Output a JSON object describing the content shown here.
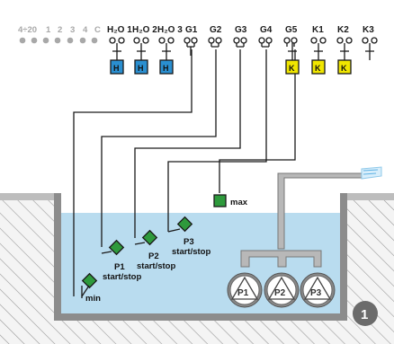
{
  "terminals_gray": [
    "4÷20",
    "1",
    "2",
    "3",
    "4",
    "C"
  ],
  "terminals": [
    "H₂O 1",
    "H₂O 2",
    "H₂O 3",
    "G1",
    "G2",
    "G3",
    "G4",
    "G5",
    "K1",
    "K2",
    "K3"
  ],
  "h2o_box_label": "H",
  "k_box_label": "K",
  "sensor_labels": {
    "min": "min",
    "p1": "P1",
    "p1_sub": "start/stop",
    "p2": "P2",
    "p2_sub": "start/stop",
    "p3": "P3",
    "p3_sub": "start/stop",
    "max": "max"
  },
  "pumps": [
    "P1",
    "P2",
    "P3"
  ],
  "badge": "1",
  "colors": {
    "water": "#b9dcef",
    "pit_wall": "#8c8c8c",
    "h_box": "#2a8fd0",
    "k_box": "#f0e600",
    "sensor": "#2e9a3c"
  }
}
